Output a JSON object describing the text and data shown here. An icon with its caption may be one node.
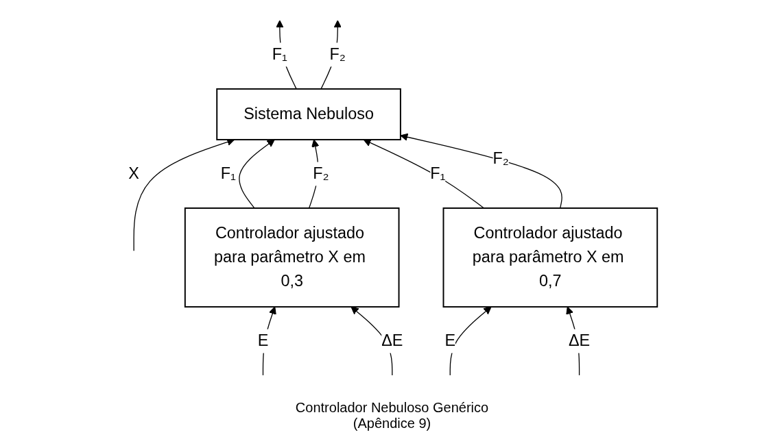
{
  "diagram": {
    "caption": "Controlador Nebuloso Genérico (Apêndice 9)",
    "nodes": [
      {
        "text": [
          "Sistema Nebuloso"
        ]
      },
      {
        "text": [
          "Controlador ajustado para parâmetro X em 0,3"
        ]
      },
      {
        "text": [
          "Controlador ajustado para parâmetro X em 0,7"
        ]
      }
    ],
    "edges": [
      {
        "from": 0,
        "to": null,
        "arrow": "to",
        "label": "F₁"
      },
      {
        "from": 0,
        "to": null,
        "arrow": "to",
        "label": "F₂"
      },
      {
        "from": null,
        "to": 0,
        "arrow": "to",
        "label": "X"
      },
      {
        "from": 1,
        "to": 0,
        "arrow": "to",
        "label": "F₁"
      },
      {
        "from": 1,
        "to": 0,
        "arrow": "to",
        "label": "F₂"
      },
      {
        "from": 2,
        "to": 0,
        "arrow": "to",
        "label": "F₁"
      },
      {
        "from": 2,
        "to": 0,
        "arrow": "to",
        "label": "F₂"
      },
      {
        "from": null,
        "to": 1,
        "arrow": "to",
        "label": "E"
      },
      {
        "from": null,
        "to": 1,
        "arrow": "to",
        "label": "ΔE"
      },
      {
        "from": null,
        "to": 2,
        "arrow": "to",
        "label": "E"
      },
      {
        "from": null,
        "to": 2,
        "arrow": "to",
        "label": "ΔE"
      }
    ]
  }
}
